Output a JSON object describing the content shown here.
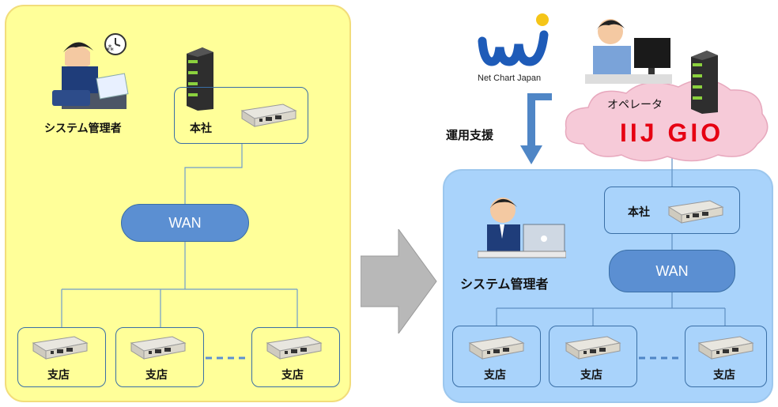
{
  "left": {
    "admin_label": "システム管理者",
    "hq_label": "本社",
    "wan_label": "WAN",
    "branches": [
      "支店",
      "支店",
      "支店"
    ]
  },
  "arrow": {
    "direction": "right"
  },
  "top_right": {
    "logo_text": "Net Chart Japan",
    "support_label": "運用支援",
    "operator_label": "オペレータ",
    "cloud_brand": "IIJ GIO",
    "brand_color": "#e60012"
  },
  "right": {
    "admin_label": "システム管理者",
    "hq_label": "本社",
    "wan_label": "WAN",
    "branches": [
      "支店",
      "支店",
      "支店"
    ]
  },
  "colors": {
    "left_bg": "#ffff99",
    "right_bg": "#a9d3fb",
    "wan_fill": "#5b8fd2",
    "cloud_fill": "#f6cad8"
  }
}
